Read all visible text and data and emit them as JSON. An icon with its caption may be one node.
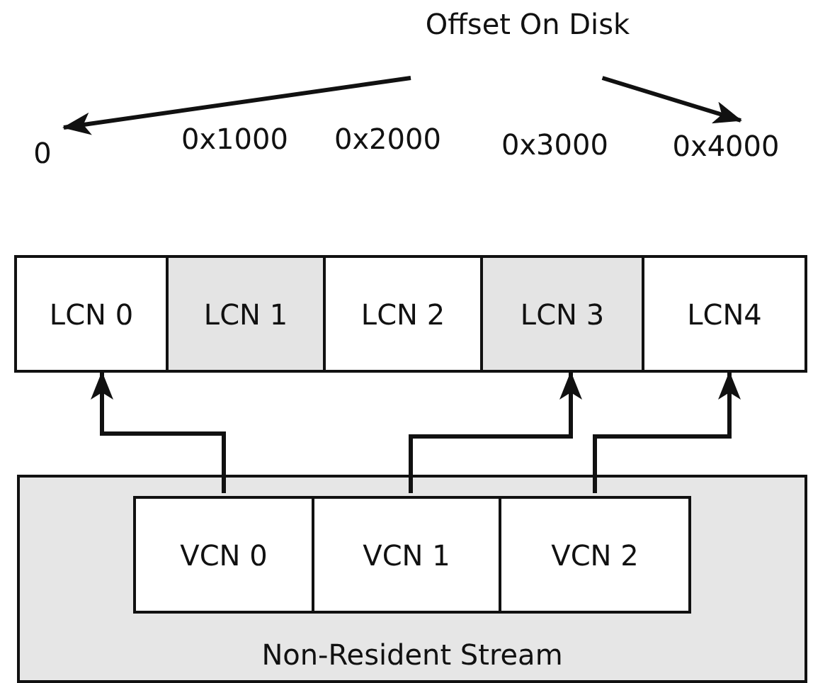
{
  "diagram": {
    "nodes": [
      {
        "text": [
          "Offset On Disk"
        ]
      },
      {
        "text": [
          "0"
        ]
      },
      {
        "text": [
          "0x4000"
        ]
      },
      {
        "text": [
          "LCN 0"
        ]
      },
      {
        "text": [
          "LCN 1"
        ]
      },
      {
        "text": [
          "LCN 2"
        ]
      },
      {
        "text": [
          "LCN 3"
        ]
      },
      {
        "text": [
          "LCN4"
        ]
      },
      {
        "text": [
          "Non-Resident Stream"
        ]
      },
      {
        "text": [
          "VCN 0"
        ],
        "in": 8
      },
      {
        "text": [
          "VCN 1"
        ],
        "in": 8
      },
      {
        "text": [
          "VCN 2"
        ],
        "in": 8
      }
    ],
    "edges": [
      {
        "from": 0,
        "to": 1,
        "arrow": "to"
      },
      {
        "from": 0,
        "to": 2,
        "arrow": "to"
      },
      {
        "from": 9,
        "to": 3,
        "arrow": "to"
      },
      {
        "from": 10,
        "to": 6,
        "arrow": "to"
      },
      {
        "from": 11,
        "to": 7,
        "arrow": "to"
      }
    ],
    "labels": [
      "0x1000",
      "0x2000",
      "0x3000"
    ]
  }
}
